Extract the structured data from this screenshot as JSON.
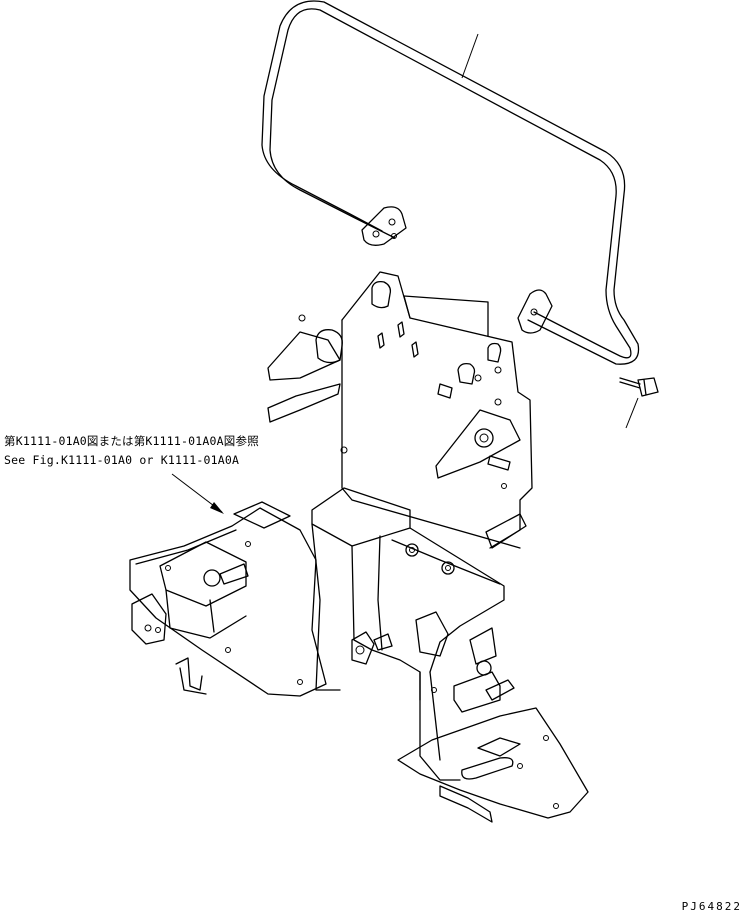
{
  "reference": {
    "japanese": "第K1111-01A0図または第K1111-01A0A図参照",
    "english": "See Fig.K1111-01A0 or K1111-01A0A"
  },
  "drawing_code": "PJ64822",
  "colors": {
    "line": "#000000",
    "background": "#ffffff"
  }
}
